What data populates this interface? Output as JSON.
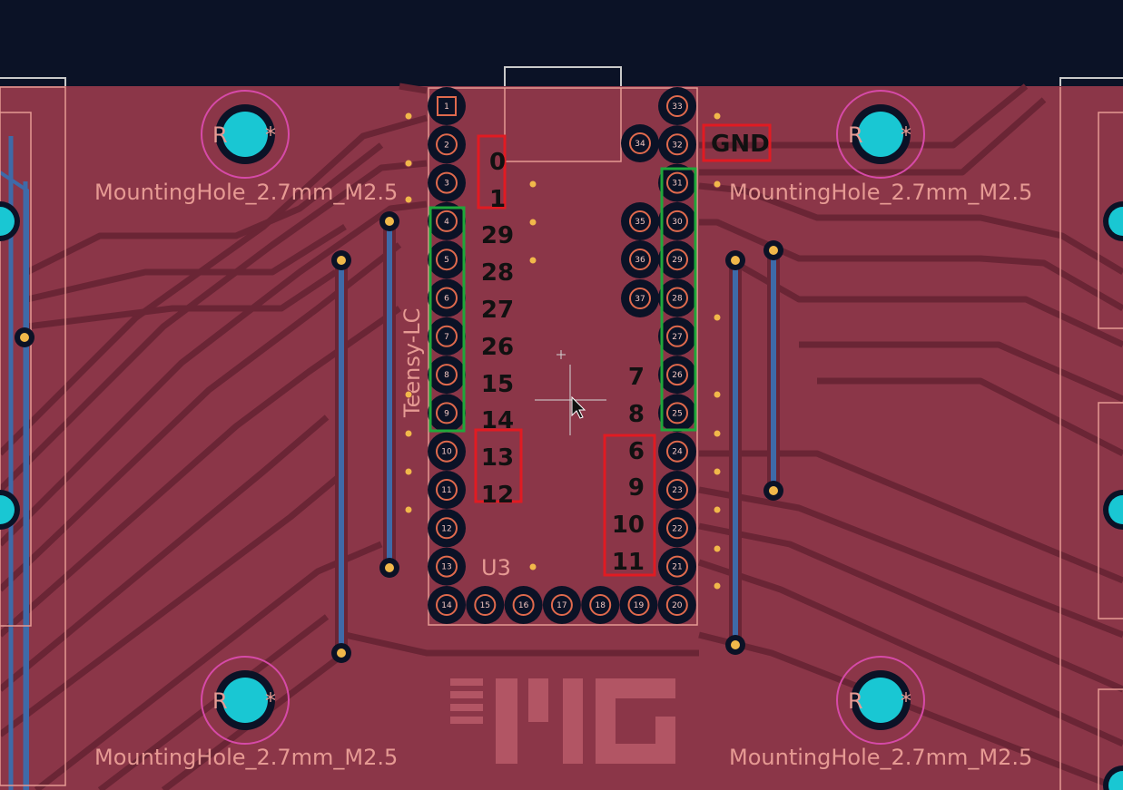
{
  "board": {
    "colors": {
      "background": "#0b1226",
      "copper_fill": "#8b3648",
      "trace_dark": "#6a2535",
      "trace_blue": "#3e6aa8",
      "silkscreen": "#e69a93",
      "hole": "#19c7d3",
      "highlight_red": "#e11b22",
      "highlight_green": "#1fa83a"
    },
    "mounting_hole_label": "MountingHole_2.7mm_M2.5",
    "mounting_hole_ref": "R",
    "mounting_hole_star": "*",
    "component_ref": "U3",
    "footprint_name": "Teensy-LC",
    "gnd_label": "GND",
    "left_labels": [
      "0",
      "1",
      "29",
      "28",
      "27",
      "26",
      "15",
      "14",
      "13",
      "12"
    ],
    "right_labels": [
      "7",
      "8",
      "6",
      "9",
      "10",
      "11"
    ],
    "left_pins": [
      "1",
      "2",
      "3",
      "4",
      "5",
      "6",
      "7",
      "8",
      "9",
      "10",
      "11",
      "12",
      "13"
    ],
    "bottom_pins": [
      "14",
      "15",
      "16",
      "17",
      "18",
      "19",
      "20"
    ],
    "right_pins": [
      "33",
      "32",
      "31",
      "30",
      "29",
      "28",
      "27",
      "26",
      "25",
      "24",
      "23",
      "22",
      "21"
    ],
    "inner_pins": [
      "34",
      "35",
      "36",
      "37"
    ]
  }
}
